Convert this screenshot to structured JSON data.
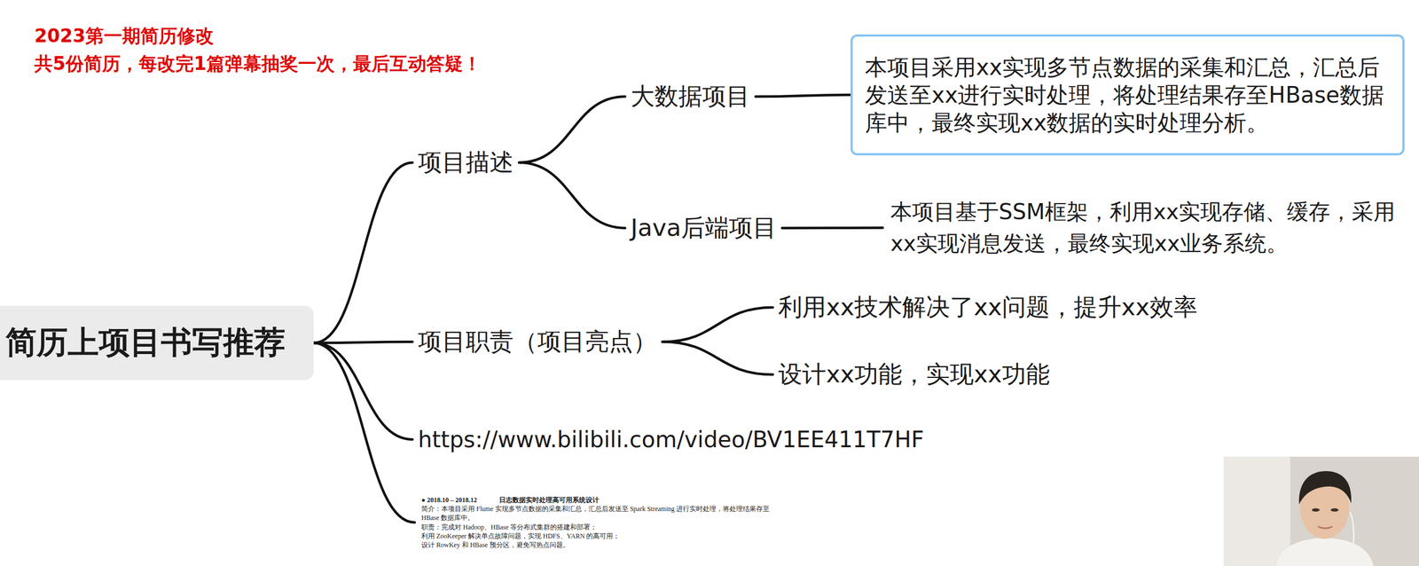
{
  "diagram": {
    "nodes": [
      {
        "text": [
          "简历上项目书写推荐"
        ]
      },
      {
        "text": [
          "项目描述"
        ]
      },
      {
        "text": [
          "大数据项目"
        ]
      },
      {
        "text": [
          "本项目采用xx实现多节点数据的采集和汇总，汇总后发送至xx进行实时处理，将处理结果存至HBase数据库中，最终实现xx数据的实时处理分析。"
        ]
      },
      {
        "text": [
          "Java后端项目"
        ]
      },
      {
        "text": [
          "本项目基于SSM框架，利用xx实现存储、缓存，采用xx实现消息发送，最终实现xx业务系统。"
        ]
      },
      {
        "text": [
          "项目职责（项目亮点）"
        ]
      },
      {
        "text": [
          "利用xx技术解决了xx问题，提升xx效率"
        ]
      },
      {
        "text": [
          "设计xx功能，实现xx功能"
        ]
      },
      {
        "text": [
          "https://www.bilibili.com/video/BV1EE411T7HF"
        ]
      },
      {
        "text": [
          "● 2018.10 – 2018.12",
          "日志数据实时处理高可用系统设计",
          "简介：本项目采用 Flume 实现多节点数据的采集和汇总，汇总后发送至 Spark Streaming 进行实时处理，将处理结果存至 HBase 数据库中。",
          "职责：完成对 Hadoop、HBase 等分布式集群的搭建和部署；",
          "利用 ZooKeeper 解决单点故障问题，实现 HDFS、YARN 的高可用；",
          "设计 RowKey 和 HBase 预分区，避免写热点问题。"
        ]
      }
    ],
    "edges": [
      {
        "from": 0,
        "to": 1,
        "arrow": "none"
      },
      {
        "from": 1,
        "to": 2,
        "arrow": "none"
      },
      {
        "from": 2,
        "to": 3,
        "arrow": "none"
      },
      {
        "from": 1,
        "to": 4,
        "arrow": "none"
      },
      {
        "from": 4,
        "to": 5,
        "arrow": "none"
      },
      {
        "from": 0,
        "to": 6,
        "arrow": "none"
      },
      {
        "from": 6,
        "to": 7,
        "arrow": "none"
      },
      {
        "from": 6,
        "to": 8,
        "arrow": "none"
      },
      {
        "from": 0,
        "to": 9,
        "arrow": "none"
      },
      {
        "from": 0,
        "to": 10,
        "arrow": "none"
      }
    ],
    "labels": [
      "2023第一期简历修改",
      "共5份简历，每改完1篇弹幕抽奖一次，最后互动答疑！"
    ]
  }
}
